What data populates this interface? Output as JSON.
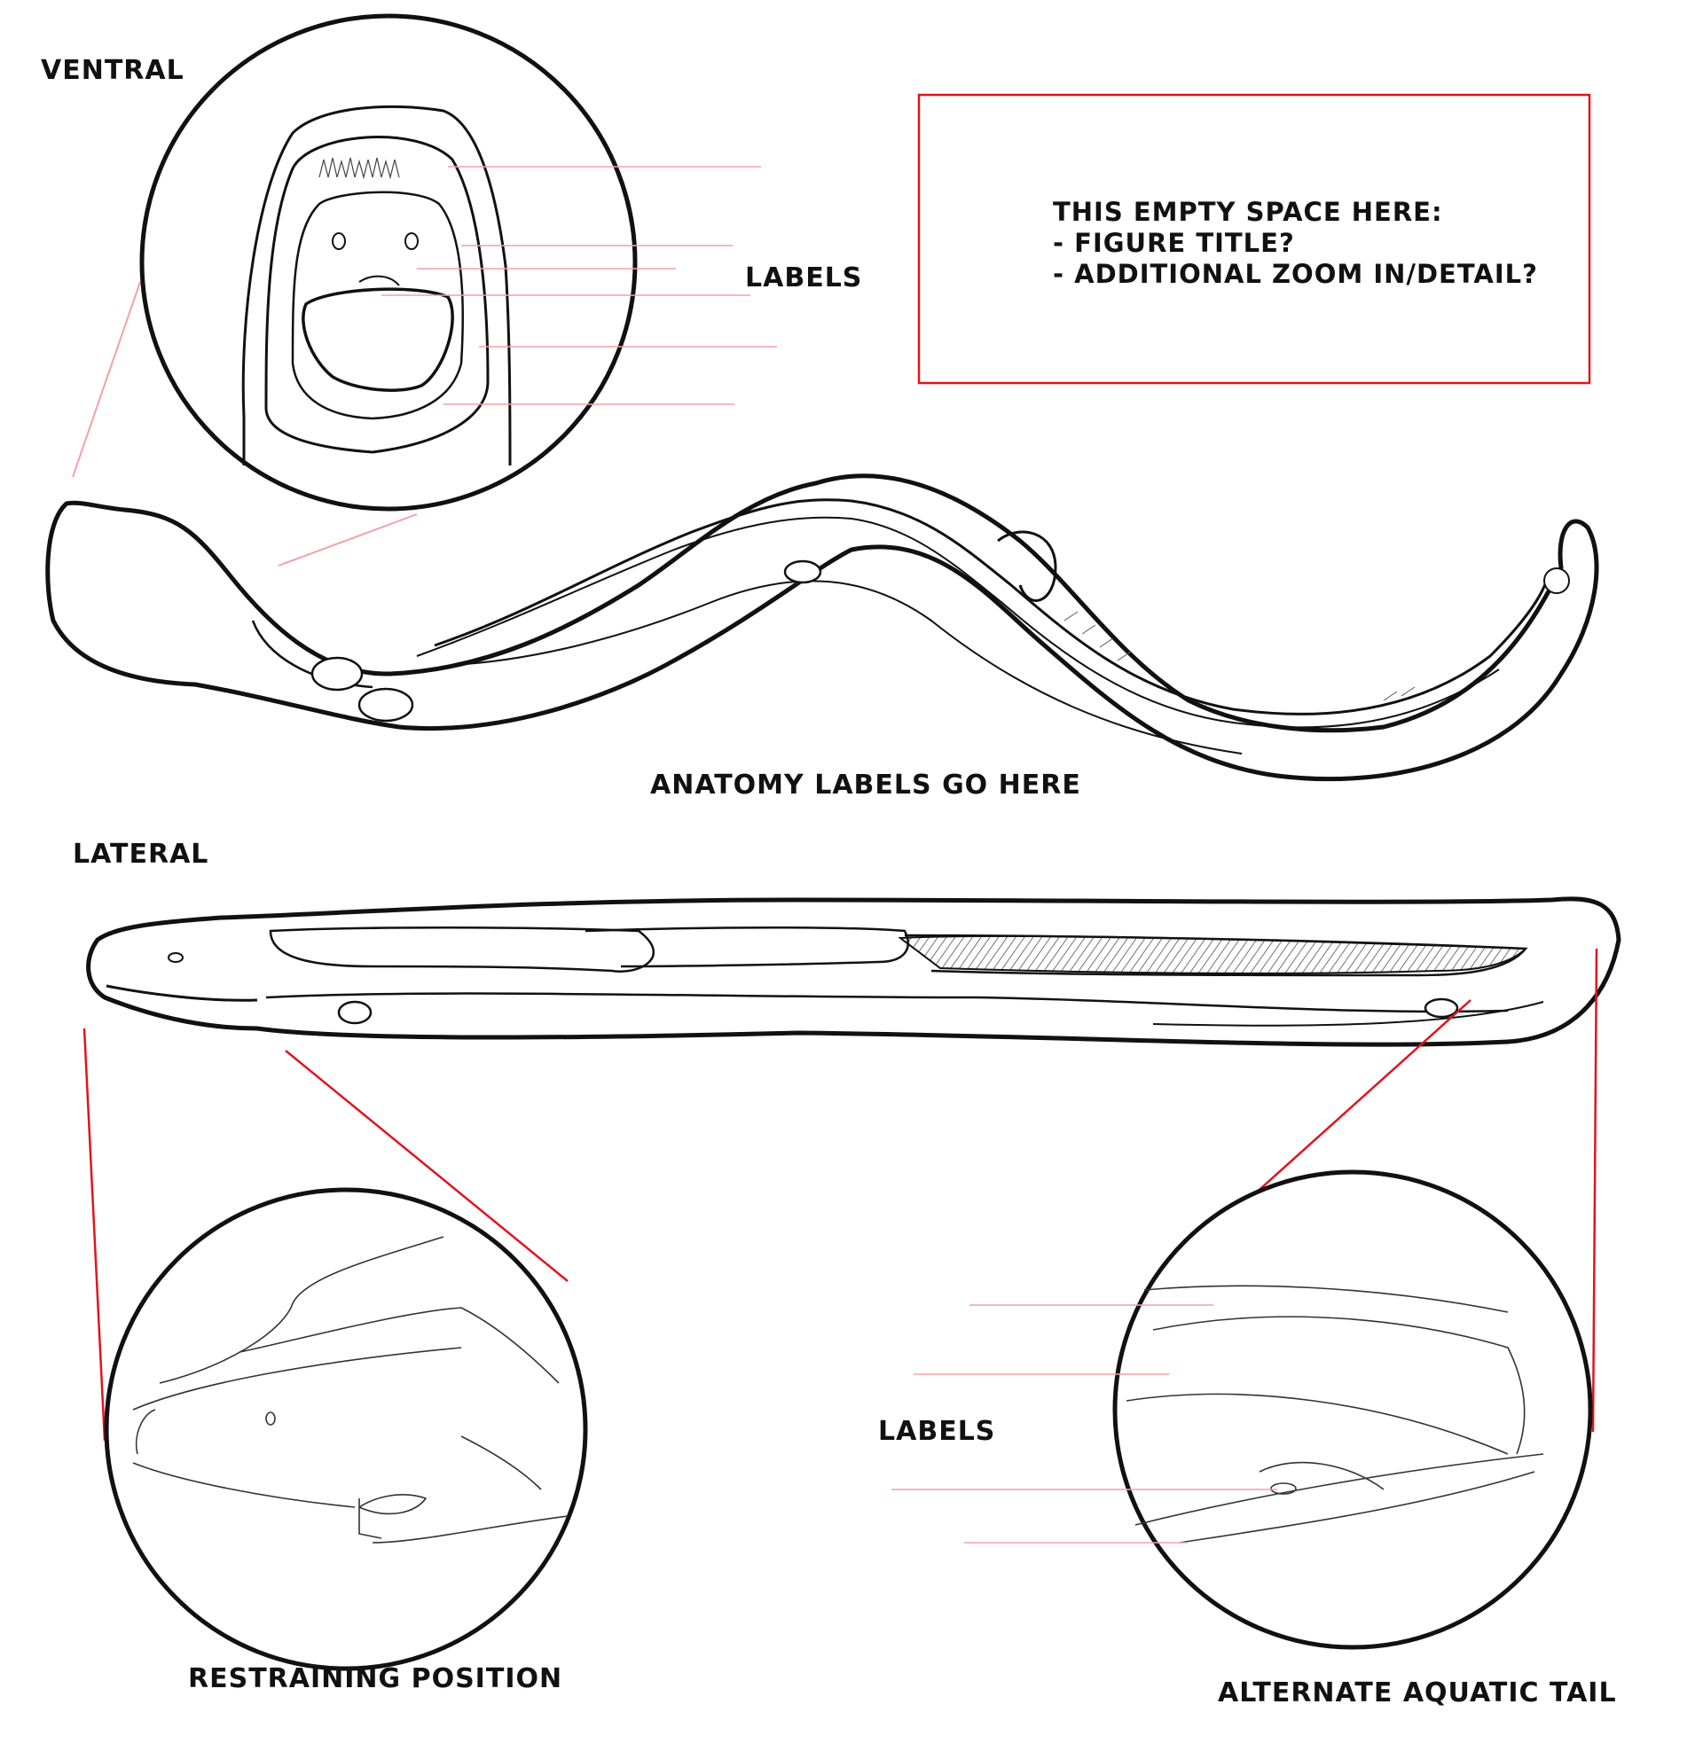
{
  "labels": {
    "ventral": "VENTRAL",
    "labels_top": "LABELS",
    "anatomy": "ANATOMY LABELS GO HERE",
    "lateral": "LATERAL",
    "labels_bottom": "LABELS",
    "restraining": "RESTRAINING POSITION",
    "aquatic_tail": "ALTERNATE AQUATIC TAIL"
  },
  "note": {
    "line1": "THIS EMPTY SPACE HERE:",
    "line2": "- FIGURE TITLE?",
    "line3": "- ADDITIONAL ZOOM IN/DETAIL?"
  },
  "colors": {
    "ink": "#111111",
    "guide_red": "#e0141e",
    "guide_pink": "#f4a0a6"
  }
}
